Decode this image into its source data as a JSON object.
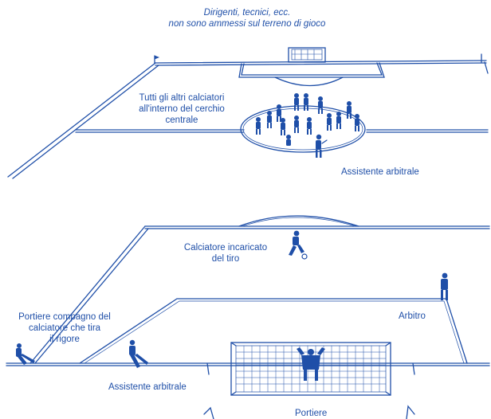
{
  "notice": {
    "line1": "Dirigenti, tecnici, ecc.",
    "line2": "non sono ammessi sul terreno di gioco"
  },
  "top_scene": {
    "players_label": [
      "Tutti gli altri calciatori",
      "all'interno del cerchio",
      "centrale"
    ],
    "assistant_label": "Assistente arbitrale"
  },
  "bottom_scene": {
    "kicker_label": [
      "Calciatore incaricato",
      "del tiro"
    ],
    "own_keeper_label": [
      "Portiere compagno del",
      "calciatore che tira",
      "il rigore"
    ],
    "referee_label": "Arbitro",
    "assistant_label": "Assistente arbitrale",
    "keeper_label": "Portiere"
  },
  "colors": {
    "ink": "#1f4fa8",
    "background": "#ffffff"
  }
}
